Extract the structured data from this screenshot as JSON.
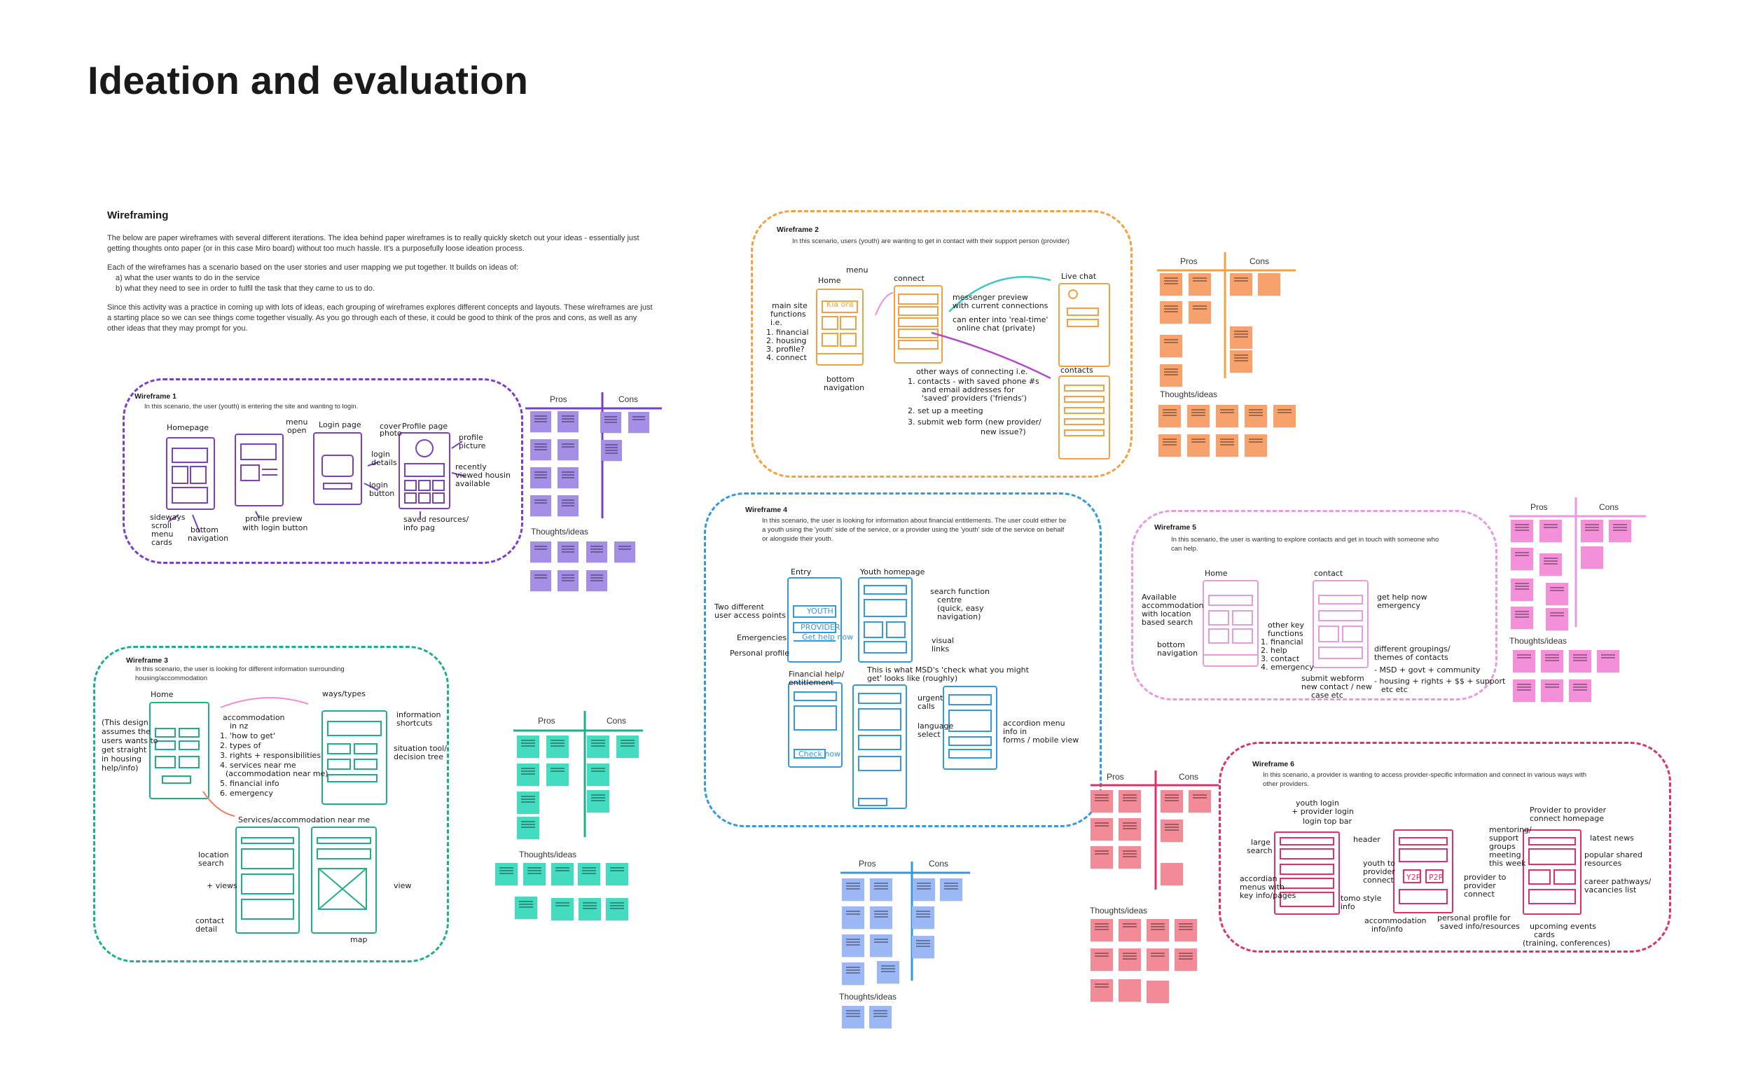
{
  "board": {
    "title": "Ideation and evaluation"
  },
  "intro": {
    "heading": "Wireframing",
    "paragraphs": [
      "The below are paper wireframes with several different iterations. The idea behind paper wireframes is to really quickly sketch out your ideas - essentially just getting thoughts onto paper (or in this case Miro board) without too much hassle. It's a purposefully loose ideation process.",
      "Each of the wireframes has a scenario based on the user stories and user mapping we put together. It builds on ideas of:",
      "a) what the user wants to do in the service",
      "b) what they need to see in order to fulfil the task that they came to us to do.",
      "Since this activity was a practice in coming up with lots of ideas, each grouping of wireframes explores different concepts and layouts. These wireframes are just a starting place so we can see things come together visually. As you go through each of these, it could be good to think of the pros and cons, as well as any other ideas that they may prompt for you."
    ]
  },
  "labels": {
    "pros": "Pros",
    "cons": "Cons",
    "thoughts": "Thoughts/ideas"
  },
  "colors": {
    "wf1": "#7b3fc7",
    "wf2": "#f3a040",
    "wf3": "#1fae8c",
    "wf4": "#3399dd",
    "wf5": "#e79ae0",
    "wf6": "#e0306a",
    "sticky_purple": "#a48ee6",
    "sticky_orange": "#f7a26d",
    "sticky_teal": "#44dcc0",
    "sticky_blue": "#9bb7f4",
    "sticky_pink": "#f48fd9",
    "sticky_red": "#f38a98"
  },
  "wireframes": [
    {
      "title": "Wireframe 1",
      "description": "In this scenario, the user (youth) is entering the site and wanting to login.",
      "annotations": [
        "Homepage",
        "menu open",
        "Login page",
        "cover photo",
        "Profile page",
        "profile picture",
        "sideways scroll menu cards",
        "bottom navigation",
        "profile preview with login button",
        "login details",
        "login button",
        "recently viewed housing available",
        "saved resources/ info pag"
      ]
    },
    {
      "title": "Wireframe 2",
      "description": "In this scenario, users (youth) are wanting to get in contact with their support person (provider)",
      "annotations": [
        "Home",
        "menu",
        "connect",
        "Live chat",
        "main site functions i.e.",
        "1. financial",
        "2. housing",
        "3. profile?",
        "4. connect",
        "Kia ora",
        "bottom navigation",
        "messenger preview with current connections",
        "can enter into 'real-time' online chat (private)",
        "other ways of connecting i.e.",
        "1. contacts - with saved phone #s and email addresses for 'saved' providers ('friends')",
        "2. set up a meeting",
        "3. submit web form (new provider/ new issue?)",
        "contacts"
      ]
    },
    {
      "title": "Wireframe 3",
      "description": "In this scenario, the user is looking for different information surrounding housing/accommodation",
      "annotations": [
        "Home",
        "ways/types",
        "(This design assumes the users wants to get straight in housing help/info)",
        "accommodation in nz",
        "1. 'how to get'",
        "2. types of",
        "3. rights + responsibilities",
        "4. services near me (accommodation near me)",
        "5. financial info",
        "6. emergency",
        "information shortcuts",
        "situation tool/ decision tree",
        "Services/accommodation near me",
        "location search",
        "+ views",
        "contact detail",
        "map",
        "view"
      ]
    },
    {
      "title": "Wireframe 4",
      "description": "In this scenario, the user is looking for information about financial entitlements. The user could either be a youth using the 'youth' side of the service, or a provider using the 'youth' side of the service on behalf or alongside their youth.",
      "annotations": [
        "Entry",
        "Youth homepage",
        "Two different user access points",
        "YOUTH",
        "PROVIDER",
        "Get help now",
        "Emergencies",
        "Personal profile",
        "search function centre (quick, easy navigation)",
        "visual links",
        "Financial help/ entitlement",
        "This is what MSD's 'check what you might get' looks like (roughly)",
        "Check now",
        "urgent calls",
        "language select",
        "accordion menu info in forms / mobile view"
      ]
    },
    {
      "title": "Wireframe 5",
      "description": "In this scenario, the user is wanting to explore contacts and get in touch with someone who can help.",
      "annotations": [
        "Home",
        "contact",
        "Available accommodation with location based search",
        "other key functions",
        "1. financial",
        "2. help",
        "3. contact",
        "4. emergency",
        "get help now emergency",
        "bottom navigation",
        "submit webform new contact / new case etc",
        "different groupings/ themes of contacts",
        "- MSD + govt + community",
        "- housing + rights + $$ + support etc etc"
      ]
    },
    {
      "title": "Wireframe 6",
      "description": "In this scenario, a provider is wanting to access provider-specific information and connect in various ways with other providers.",
      "annotations": [
        "youth login + provider login",
        "login top bar",
        "large search",
        "header",
        "accordian menus with key info/pages",
        "tomo style info",
        "youth to provider connect",
        "Y2P",
        "P2P",
        "accommodation info/info",
        "personal profile for saved info/resources",
        "provider to provider connect",
        "Provider to provider connect homepage",
        "mentoring/ support groups meeting this week",
        "latest news",
        "popular shared resources",
        "career pathways/ vacancies list",
        "upcoming events cards (training, conferences)"
      ]
    }
  ]
}
